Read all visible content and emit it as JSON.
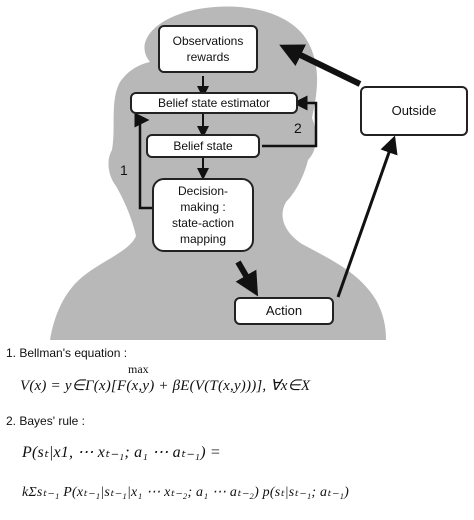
{
  "diagram": {
    "nodes": {
      "observations": [
        "Observations",
        "rewards"
      ],
      "belief_estimator": "Belief state estimator",
      "belief_state": "Belief state",
      "decision": [
        "Decision-",
        "making :",
        "state-action",
        "mapping"
      ],
      "outside": "Outside",
      "action": "Action"
    },
    "arrow_labels": {
      "loop_1": "1",
      "loop_2": "2"
    },
    "colors": {
      "silhouette": "#b8b8b8",
      "box_border": "#222222",
      "arrow": "#111111"
    }
  },
  "equations": {
    "bellman": {
      "title": "1. Bellman's equation :",
      "operator": "max",
      "formula": "V(x) = y∈Γ(x)[F(x,y) + βE(V(T(x,y)))], ∀x∈X"
    },
    "bayes": {
      "title": "2. Bayes' rule :",
      "line1": "P(sₜ|x1, ⋯ xₜ₋₁; a₁ ⋯ aₜ₋₁) =",
      "line2": "kΣsₜ₋₁ P(xₜ₋₁|sₜ₋₁|x₁ ⋯ xₜ₋₂; a₁ ⋯ aₜ₋₂) p(sₜ|sₜ₋₁; aₜ₋₁)"
    }
  }
}
